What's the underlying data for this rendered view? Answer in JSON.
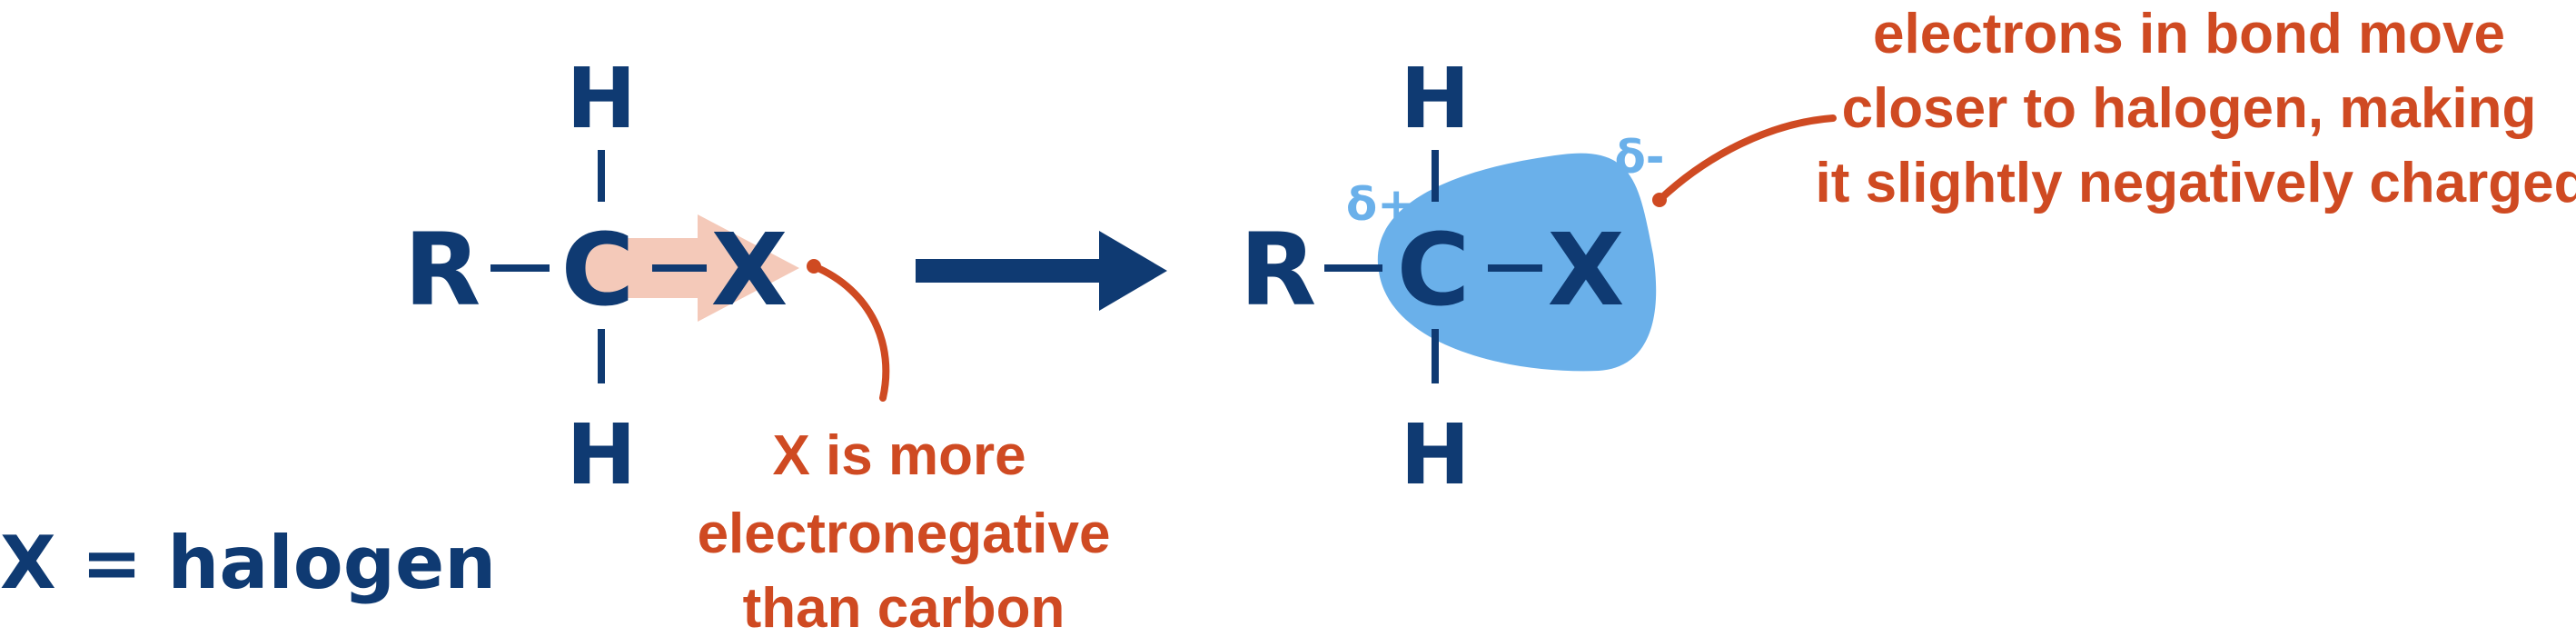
{
  "molecule_left": {
    "atoms": {
      "H_top": "H",
      "R": "R",
      "C": "C",
      "X": "X",
      "H_bottom": "H"
    }
  },
  "molecule_right": {
    "atoms": {
      "H_top": "H",
      "R": "R",
      "C": "C",
      "X": "X",
      "H_bottom": "H"
    },
    "delta_plus": "δ+",
    "delta_minus": "δ-"
  },
  "annotations": {
    "left_note": [
      "X is more",
      "electronegative",
      "than carbon"
    ],
    "right_note": [
      "electrons in bond move",
      "closer to halogen, making",
      "it slightly negatively charged"
    ]
  },
  "legend": "X = halogen",
  "colors": {
    "atom": "#0f3a72",
    "annotation": "#cf4a22",
    "electron_cloud": "#6ab0ea",
    "bond_arrow": "#f4c9b9"
  }
}
